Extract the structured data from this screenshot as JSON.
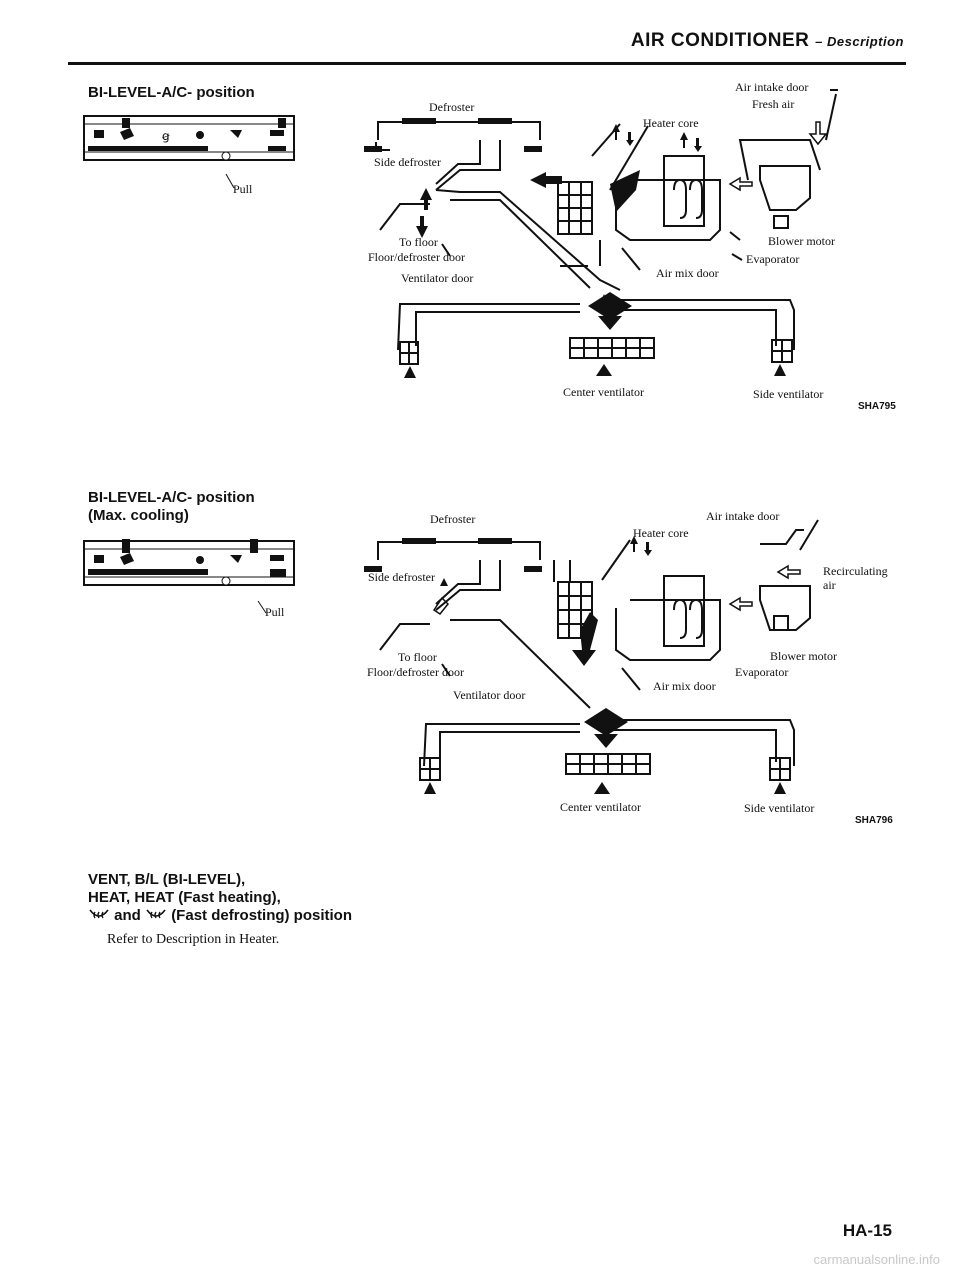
{
  "header": {
    "title": "AIR CONDITIONER",
    "subtitle": "Description"
  },
  "section1": {
    "heading": "BI-LEVEL-A/C- position",
    "pull_label": "Pull",
    "labels": {
      "defroster": "Defroster",
      "side_defroster": "Side defroster",
      "to_floor": "To floor",
      "floor_defroster_door": "Floor/defroster door",
      "ventilator_door": "Ventilator door",
      "heater_core": "Heater core",
      "air_intake_door": "Air intake door",
      "fresh_air": "Fresh air",
      "blower_motor": "Blower motor",
      "evaporator": "Evaporator",
      "air_mix_door": "Air mix door",
      "center_ventilator": "Center ventilator",
      "side_ventilator": "Side ventilator"
    },
    "figure_code": "SHA795"
  },
  "section2": {
    "heading_line1": "BI-LEVEL-A/C- position",
    "heading_line2": "(Max. cooling)",
    "pull_label": "Pull",
    "labels": {
      "defroster": "Defroster",
      "side_defroster": "Side defroster",
      "to_floor": "To floor",
      "floor_defroster_door": "Floor/defroster door",
      "ventilator_door": "Ventilator door",
      "heater_core": "Heater core",
      "air_intake_door": "Air intake door",
      "recirculating": "Recirculating",
      "air": "air",
      "blower_motor": "Blower motor",
      "evaporator": "Evaporator",
      "air_mix_door": "Air mix door",
      "center_ventilator": "Center ventilator",
      "side_ventilator": "Side ventilator"
    },
    "figure_code": "SHA796"
  },
  "section3": {
    "heading_line1": "VENT, B/L (BI-LEVEL),",
    "heading_line2": "HEAT, HEAT (Fast heating),",
    "heading_and": "and",
    "heading_fast": "(Fast defrosting) position",
    "body": "Refer to Description in Heater."
  },
  "page_number": "HA-15",
  "footer_url": "carmanualsonline.info"
}
